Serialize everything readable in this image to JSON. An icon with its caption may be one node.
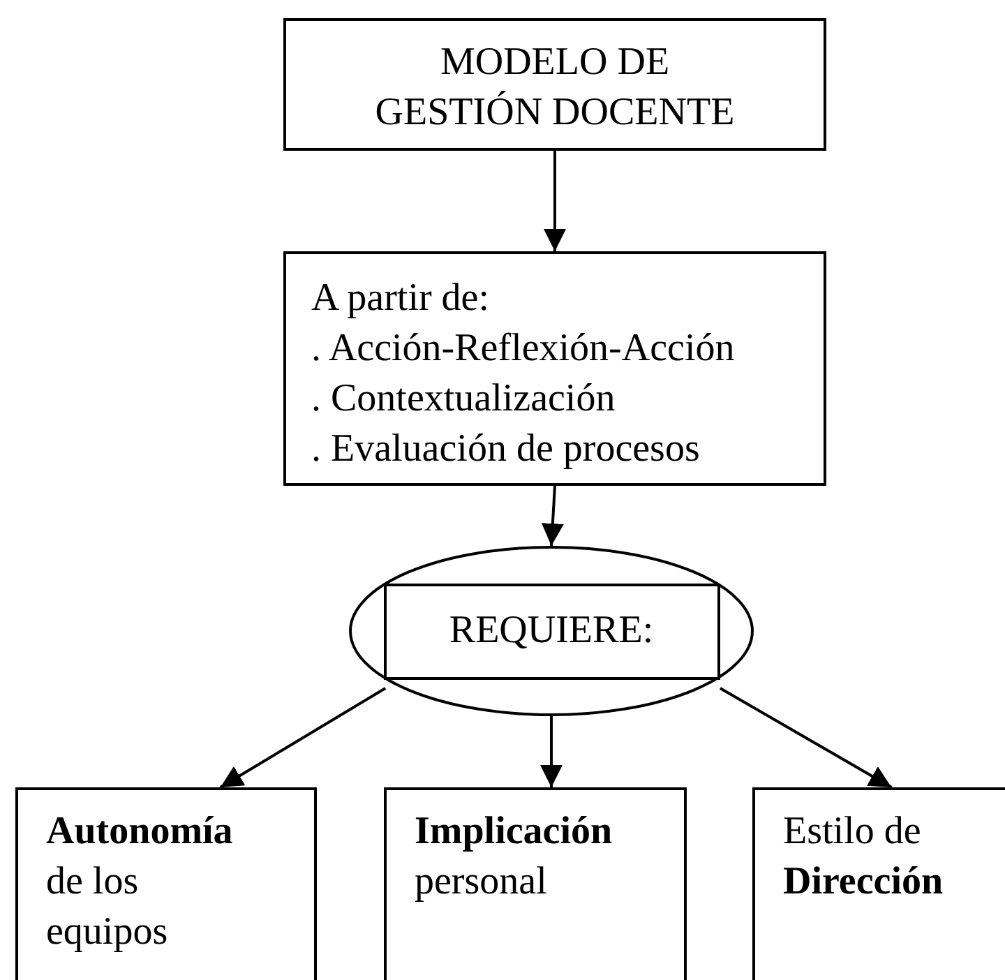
{
  "diagram": {
    "nodes": [
      {
        "text": [
          "MODELO DE GESTIÓN DOCENTE"
        ]
      },
      {
        "text": [
          "A partir de:",
          ". Acción-Reflexión-Acción",
          ". Contextualización",
          ". Evaluación de procesos"
        ]
      },
      {
        "text": [],
        "shape": "ellipse"
      },
      {
        "text": [
          "REQUIERE:"
        ],
        "in": 2
      },
      {
        "text": [
          "**Autonomía** de los equipos"
        ]
      },
      {
        "text": [
          "**Implicación** personal"
        ]
      },
      {
        "text": [
          "Estilo de **Dirección**"
        ]
      }
    ],
    "edges": [
      {
        "from": 0,
        "to": 1,
        "arrow": "to"
      },
      {
        "from": 1,
        "to": 2,
        "arrow": "to"
      },
      {
        "from": 2,
        "to": 4,
        "arrow": "to"
      },
      {
        "from": 2,
        "to": 5,
        "arrow": "to"
      },
      {
        "from": 2,
        "to": 6,
        "arrow": "to"
      }
    ]
  }
}
